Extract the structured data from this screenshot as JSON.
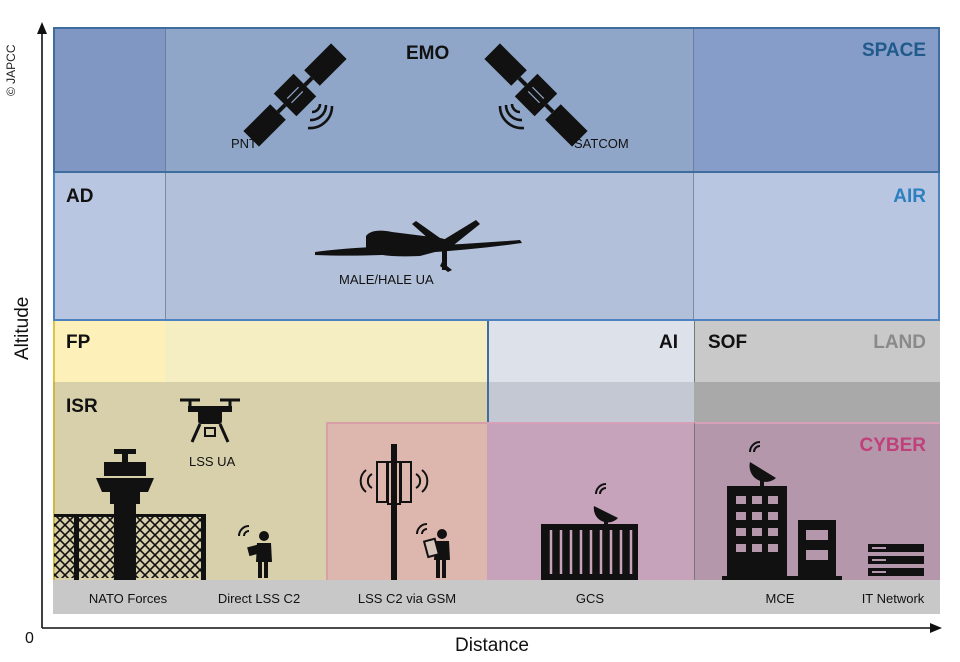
{
  "copyright": "© JAPCC",
  "axes": {
    "y_title": "Altitude",
    "x_title": "Distance",
    "origin": "0"
  },
  "domains": {
    "space": {
      "label": "SPACE",
      "color": "#1f5a8a"
    },
    "air": {
      "label": "AIR",
      "color": "#2e7fc0"
    },
    "land": {
      "label": "LAND",
      "color": "#8a8a8a"
    },
    "cyber": {
      "label": "CYBER",
      "color": "#c0407a"
    }
  },
  "roles": {
    "emo": "EMO",
    "ad": "AD",
    "fp": "FP",
    "ai": "AI",
    "sof": "SOF",
    "isr": "ISR"
  },
  "assets": {
    "pnt": "PNT",
    "satcom": "SATCOM",
    "male_hale": "MALE/HALE UA",
    "lss_ua": "LSS UA"
  },
  "bottom_labels": [
    "NATO Forces",
    "Direct LSS C2",
    "LSS C2 via GSM",
    "GCS",
    "MCE",
    "IT Network"
  ]
}
